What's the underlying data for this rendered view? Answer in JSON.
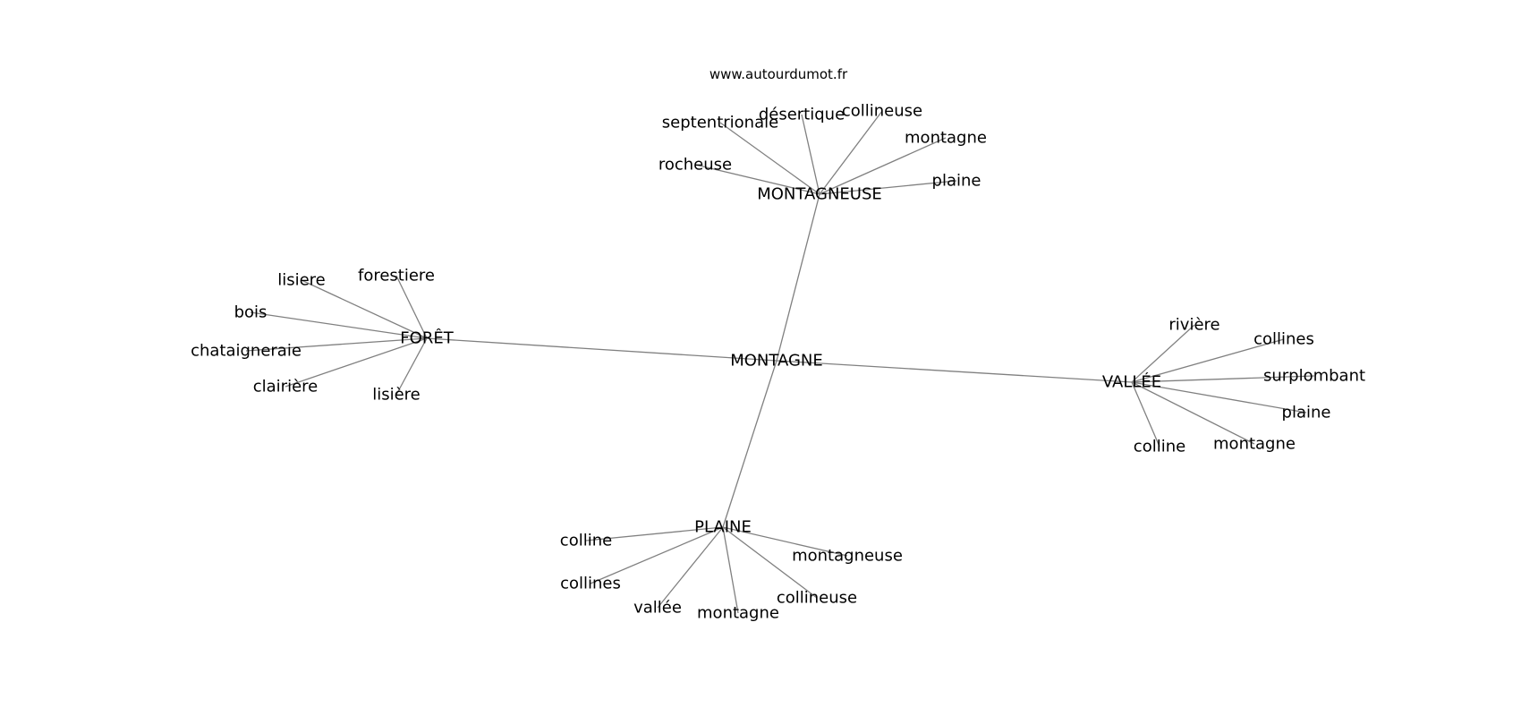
{
  "site": "www.autourdumot.fr",
  "graph": {
    "center": "MONTAGNE",
    "clusters": [
      {
        "hub": "MONTAGNEUSE",
        "words": [
          "septentrionale",
          "désertique",
          "collineuse",
          "montagne",
          "rocheuse",
          "plaine"
        ]
      },
      {
        "hub": "FORÊT",
        "words": [
          "lisiere",
          "forestiere",
          "bois",
          "chataigneraie",
          "clairière",
          "lisière"
        ]
      },
      {
        "hub": "VALLÉE",
        "words": [
          "rivière",
          "collines",
          "surplombant",
          "plaine",
          "colline",
          "montagne"
        ]
      },
      {
        "hub": "PLAINE",
        "words": [
          "colline",
          "montagneuse",
          "collines",
          "collineuse",
          "vallée",
          "montagne"
        ]
      }
    ]
  }
}
